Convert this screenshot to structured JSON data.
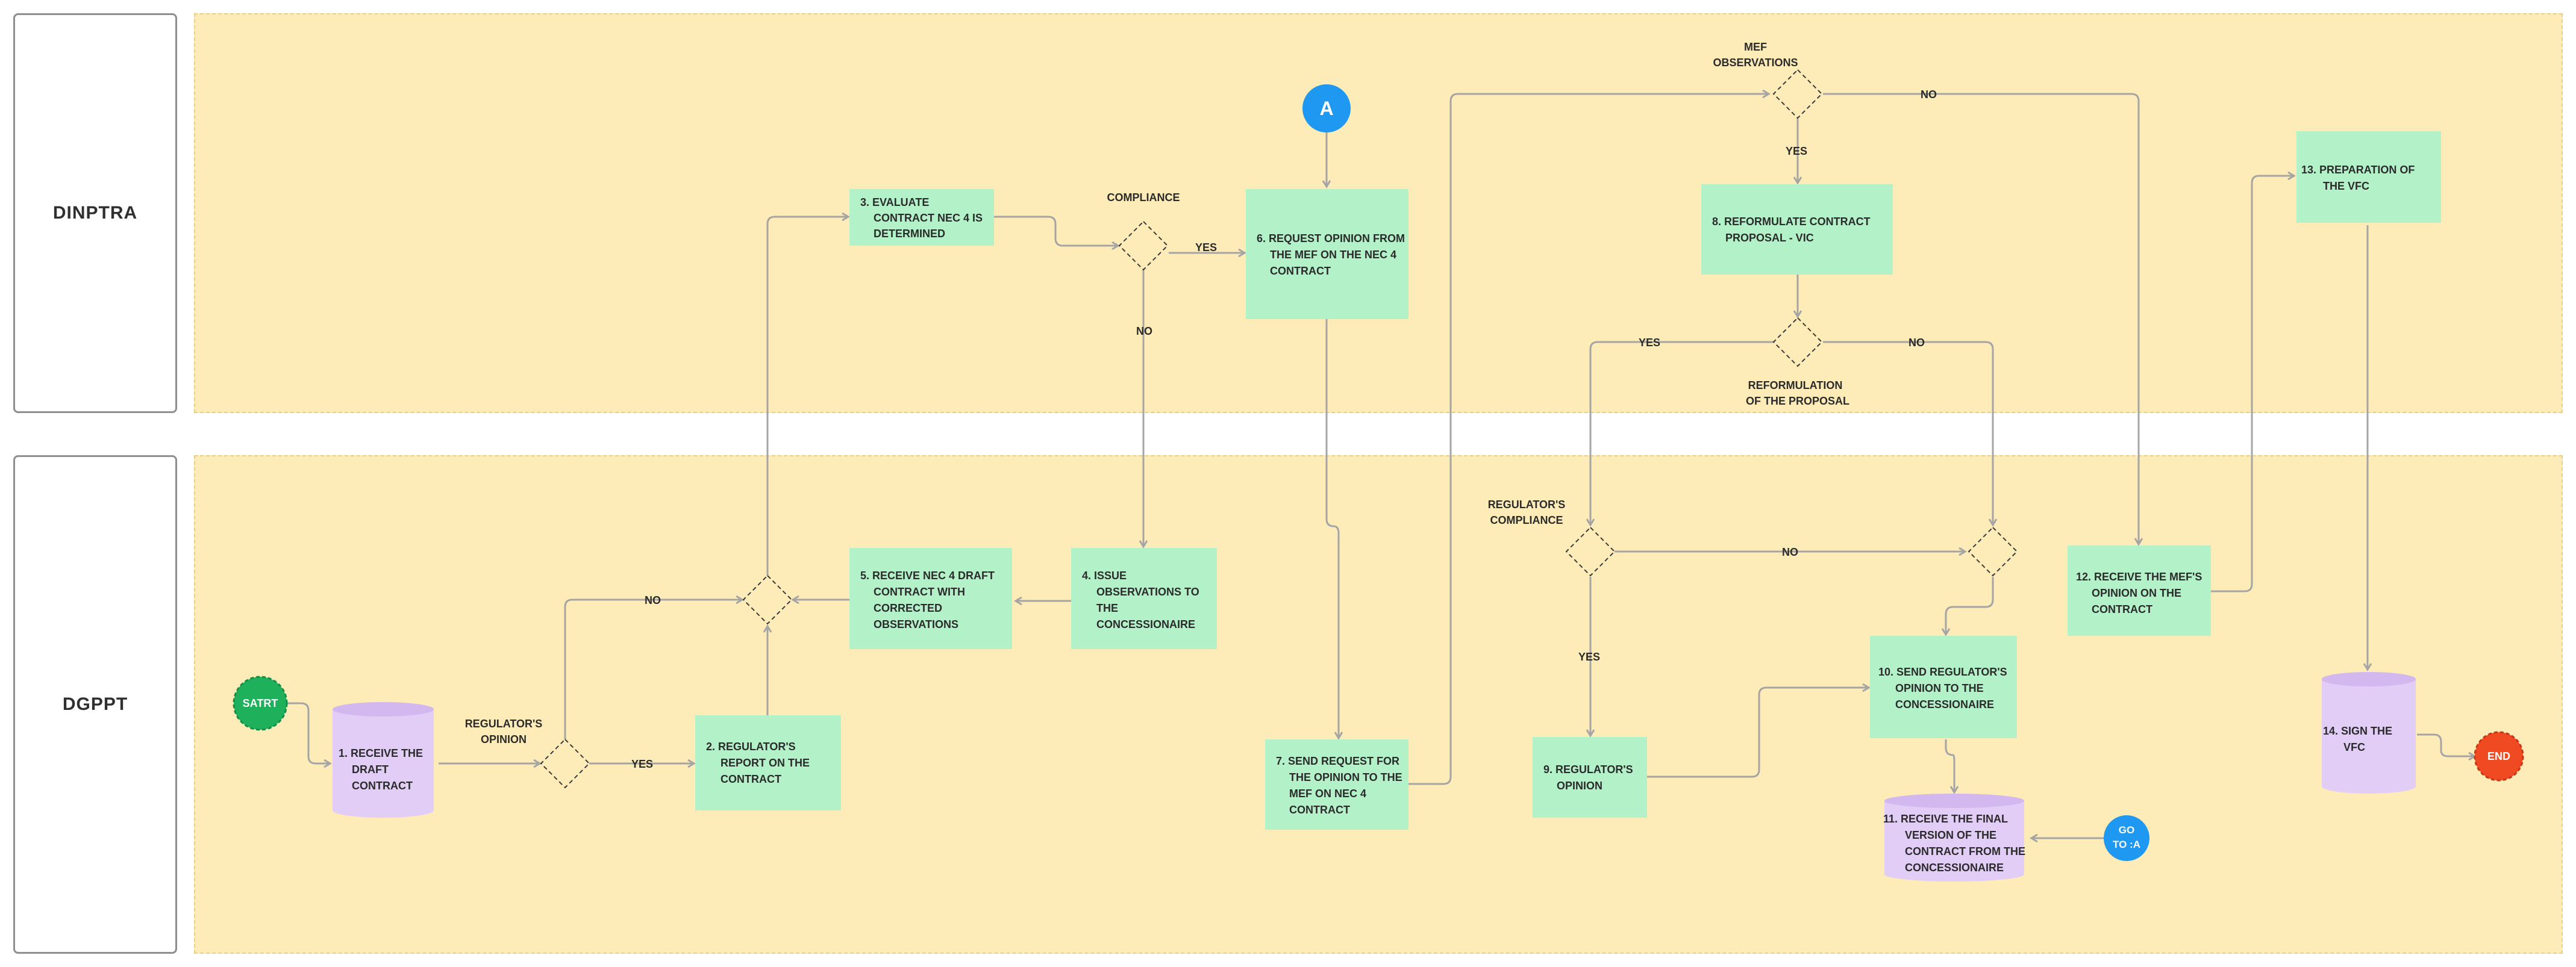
{
  "lanes": {
    "top": "DINPTRA",
    "bottom": "DGPPT"
  },
  "steps": {
    "s1": [
      "1. RECEIVE THE",
      "DRAFT",
      "CONTRACT"
    ],
    "s2": [
      "2. REGULATOR'S",
      "REPORT ON THE",
      "CONTRACT"
    ],
    "s3": [
      "3. EVALUATE",
      "CONTRACT NEC 4 IS",
      "DETERMINED"
    ],
    "s4": [
      "4. ISSUE",
      "OBSERVATIONS TO",
      "THE",
      "CONCESSIONAIRE"
    ],
    "s5": [
      "5. RECEIVE NEC 4 DRAFT",
      "CONTRACT WITH",
      "CORRECTED",
      "OBSERVATIONS"
    ],
    "s6": [
      "6. REQUEST OPINION FROM",
      "THE MEF ON THE NEC 4",
      "CONTRACT"
    ],
    "s7": [
      "7. SEND REQUEST FOR",
      "THE OPINION TO THE",
      "MEF ON NEC 4",
      "CONTRACT"
    ],
    "s8": [
      "8. REFORMULATE CONTRACT",
      "PROPOSAL - VIC"
    ],
    "s9": [
      "9. REGULATOR'S",
      "OPINION"
    ],
    "s10": [
      "10. SEND REGULATOR'S",
      "OPINION TO THE",
      "CONCESSIONAIRE"
    ],
    "s11": [
      "11. RECEIVE THE FINAL",
      "VERSION OF THE",
      "CONTRACT FROM THE",
      "CONCESSIONAIRE"
    ],
    "s12": [
      "12. RECEIVE THE MEF'S",
      "OPINION ON THE",
      "CONTRACT"
    ],
    "s13": [
      "13. PREPARATION OF",
      "THE VFC"
    ],
    "s14": [
      "14. SIGN THE",
      "VFC"
    ]
  },
  "terminals": {
    "start": "SATRT",
    "end": "END",
    "connector_a": "A",
    "goto_a": [
      "GO",
      "TO :A"
    ]
  },
  "decisions": {
    "compliance": [
      "COMPLIANCE"
    ],
    "mef_observations": [
      "MEF",
      "OBSERVATIONS"
    ],
    "reformulation": [
      "REFORMULATION",
      "OF THE PROPOSAL"
    ],
    "regulator_opinion": [
      "REGULATOR'S",
      "OPINION"
    ],
    "regulator_compliance": [
      "REGULATOR'S",
      "COMPLIANCE"
    ]
  },
  "edge_labels": {
    "yes": "YES",
    "no": "NO"
  },
  "colors": {
    "lane_fill": "#fdebb8",
    "process_green": "#b3f2c9",
    "data_purple": "#e2cdf7",
    "start_green": "#1fb05b",
    "end_red": "#f04a23",
    "connector_blue": "#1e98f0",
    "line_gray": "#a5a5a5"
  }
}
